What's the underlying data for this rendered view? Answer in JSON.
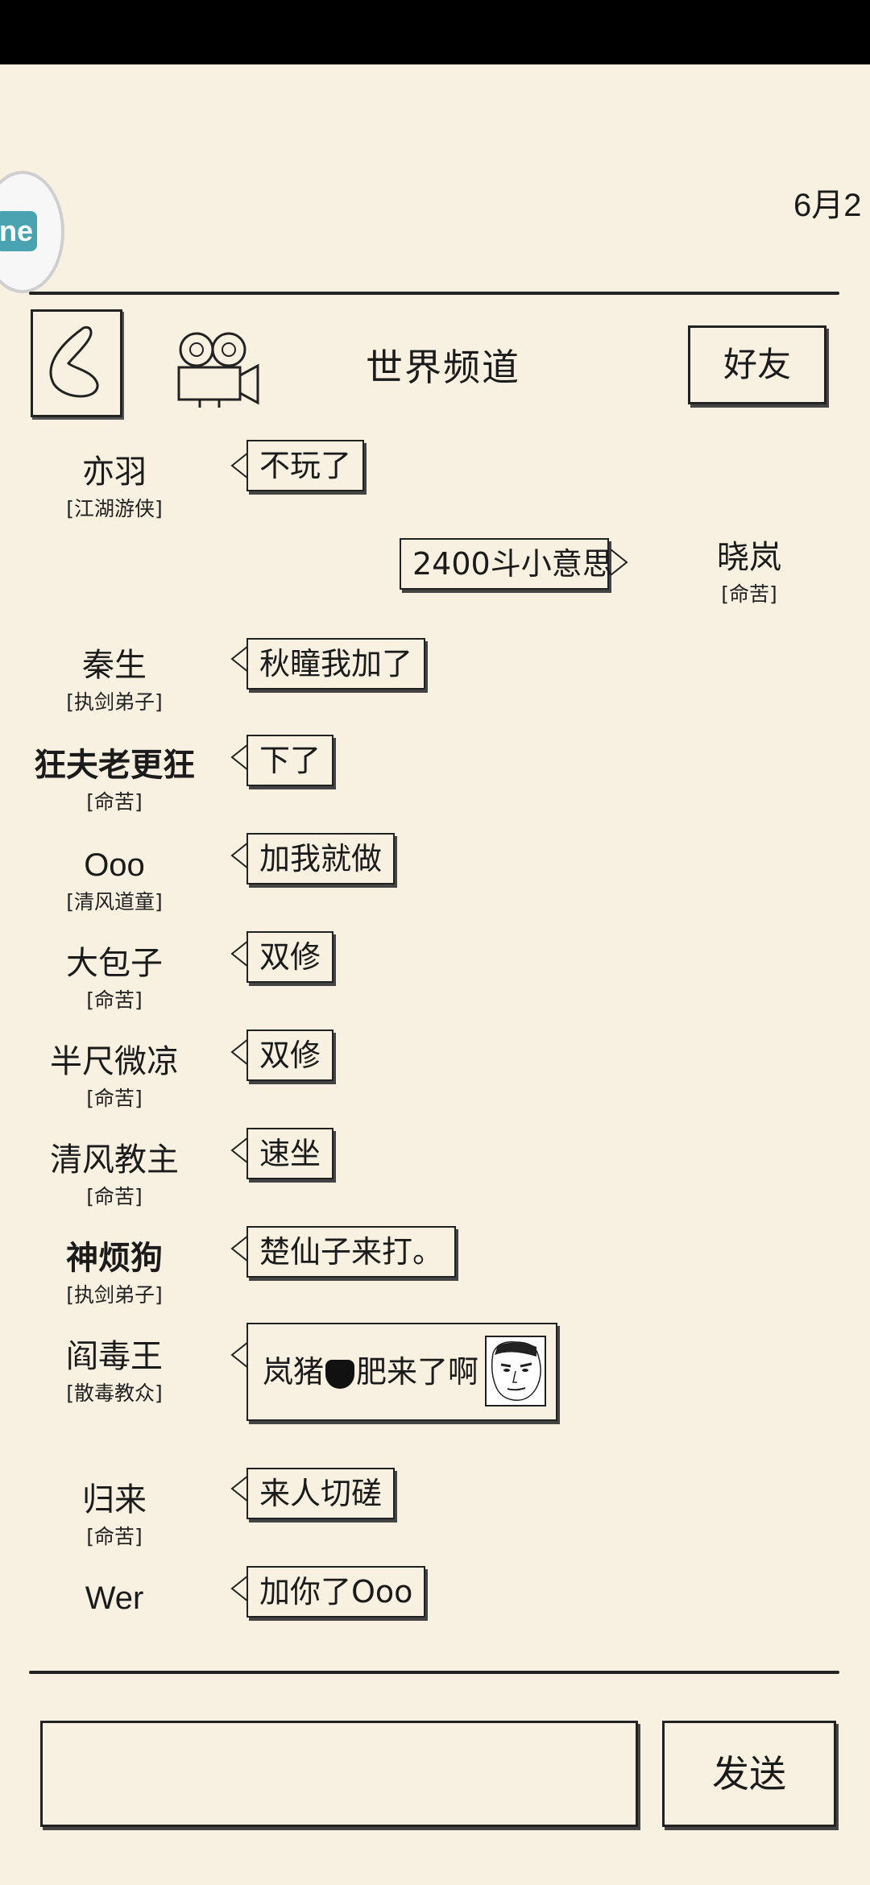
{
  "header": {
    "date": "6月2",
    "title": "世界频道",
    "friends_label": "好友",
    "avatar_text": "ne"
  },
  "messages": [
    {
      "name": "亦羽",
      "tag": "[江湖游侠]",
      "text": "不玩了",
      "bold": false,
      "side": "left"
    },
    {
      "name": "晓岚",
      "tag": "[命苦]",
      "text": "2400斗小意思",
      "bold": false,
      "side": "right"
    },
    {
      "name": "秦生",
      "tag": "[执剑弟子]",
      "text": "秋瞳我加了",
      "bold": false,
      "side": "left"
    },
    {
      "name": "狂夫老更狂",
      "tag": "[命苦]",
      "text": "下了",
      "bold": true,
      "side": "left"
    },
    {
      "name": "Ooo",
      "tag": "[清风道童]",
      "text": "加我就做",
      "bold": false,
      "side": "left"
    },
    {
      "name": "大包子",
      "tag": "[命苦]",
      "text": "双修",
      "bold": false,
      "side": "left"
    },
    {
      "name": "半尺微凉",
      "tag": "[命苦]",
      "text": "双修",
      "bold": false,
      "side": "left"
    },
    {
      "name": "清风教主",
      "tag": "[命苦]",
      "text": "速坐",
      "bold": false,
      "side": "left"
    },
    {
      "name": "神烦狗",
      "tag": "[执剑弟子]",
      "text": "楚仙子来打。",
      "bold": true,
      "side": "left"
    },
    {
      "name": "阎毒王",
      "tag": "[散毒教众]",
      "text_a": "岚猪",
      "text_b": "肥来了啊",
      "bold": false,
      "side": "left"
    },
    {
      "name": "归来",
      "tag": "[命苦]",
      "text": "来人切磋",
      "bold": false,
      "side": "left"
    },
    {
      "name": "Wer",
      "tag": "",
      "text": "加你了Ooo",
      "bold": false,
      "side": "left"
    }
  ],
  "input": {
    "value": "",
    "placeholder": ""
  },
  "send_label": "发送"
}
